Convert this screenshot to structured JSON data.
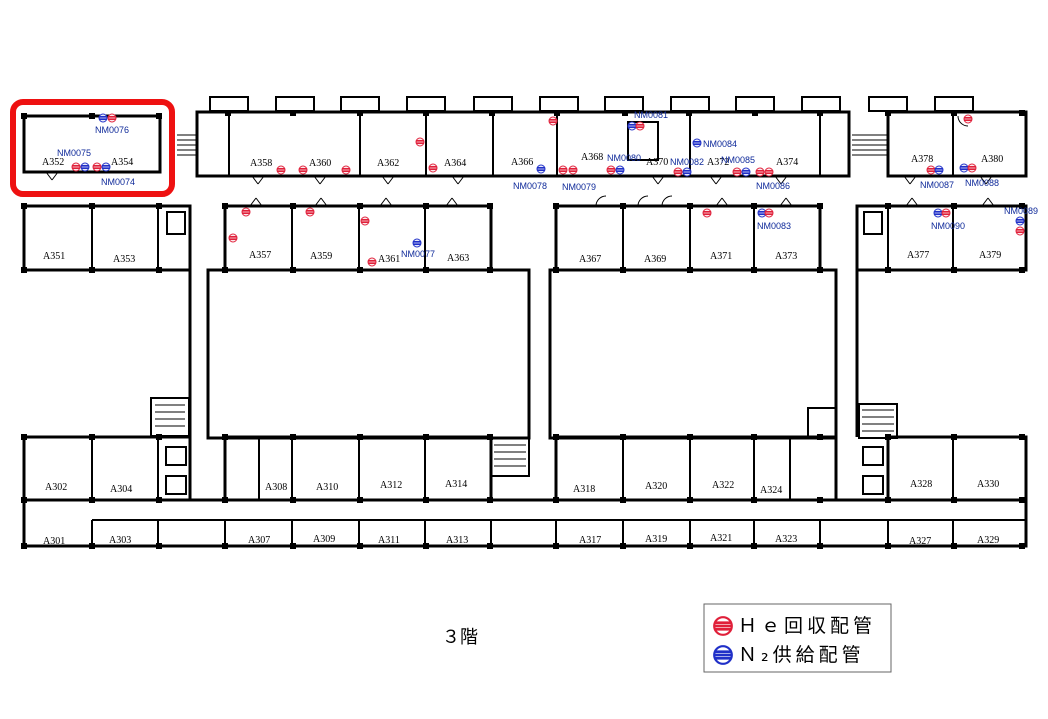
{
  "floor_label": "３階",
  "colors": {
    "he_return": "#e0203a",
    "n2_supply": "#2030c8",
    "highlight": "#ee1111",
    "label": "#0f2a9a"
  },
  "legend": [
    {
      "label": "Ｈｅ回収配管",
      "color": "#e0203a",
      "icon": "red-striped-circle-icon"
    },
    {
      "label": "Ｎ₂供給配管",
      "color": "#2030c8",
      "icon": "blue-striped-circle-icon"
    }
  ],
  "rooms": [
    "A352",
    "A354",
    "A358",
    "A360",
    "A362",
    "A364",
    "A366",
    "A368",
    "A370",
    "A372",
    "A374",
    "A378",
    "A380",
    "A351",
    "A353",
    "A357",
    "A359",
    "A361",
    "A363",
    "A367",
    "A369",
    "A371",
    "A373",
    "A377",
    "A379",
    "A302",
    "A304",
    "A308",
    "A310",
    "A312",
    "A314",
    "A318",
    "A320",
    "A322",
    "A324",
    "A328",
    "A330",
    "A301",
    "A303",
    "A307",
    "A309",
    "A311",
    "A313",
    "A317",
    "A319",
    "A321",
    "A323",
    "A327",
    "A329"
  ],
  "nm_points": [
    "NM0076",
    "NM0075",
    "NM0074",
    "NM0078",
    "NM0079",
    "NM0080",
    "NM0081",
    "NM0082",
    "NM0084",
    "NM0085",
    "NM0086",
    "NM0083",
    "NM0077",
    "NM0087",
    "NM0088",
    "NM0089",
    "NM0090"
  ]
}
